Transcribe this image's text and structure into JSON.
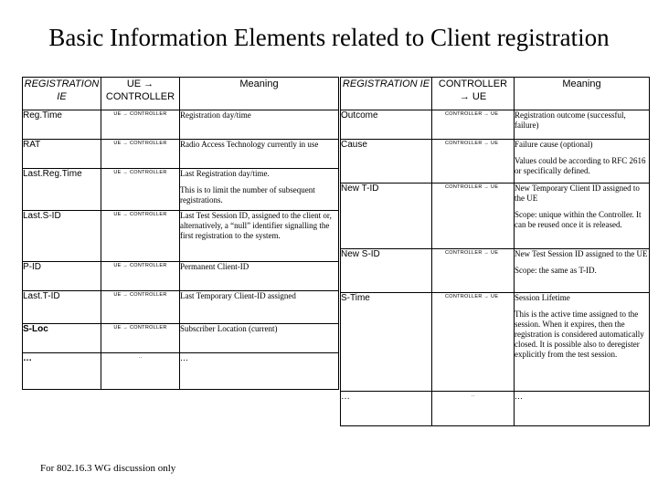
{
  "title": "Basic Information Elements related to Client registration",
  "left_table": {
    "headers": [
      "REGISTRATION IE",
      "UE → CONTROLLER",
      "Meaning"
    ],
    "rows": [
      {
        "ie": "Reg.Time",
        "dir": "UE → CONTROLLER",
        "meaning": "Registration day/time",
        "note": ""
      },
      {
        "ie": "RAT",
        "dir": "UE → CONTROLLER",
        "meaning": "Radio Access Technology currently in use",
        "note": ""
      },
      {
        "ie": "Last.Reg.Time",
        "dir": "UE → CONTROLLER",
        "meaning": "Last Registration day/time.",
        "note": "This is to limit the number of subsequent registrations."
      },
      {
        "ie": "Last.S-ID",
        "dir": "UE → CONTROLLER",
        "meaning": "Last Test Session ID, assigned to the client or, alternatively, a “null” identifier signalling the first registration to the system.",
        "note": ""
      },
      {
        "ie": "P-ID",
        "dir": "UE → CONTROLLER",
        "meaning": "Permanent Client-ID",
        "note": ""
      },
      {
        "ie": "Last.T-ID",
        "dir": "UE → CONTROLLER",
        "meaning": "Last Temporary Client-ID assigned",
        "note": ""
      },
      {
        "ie": "S-Loc",
        "dir": "UE → CONTROLLER",
        "meaning": "Subscriber Location (current)",
        "note": ""
      },
      {
        "ie": "…",
        "dir": "..",
        "meaning": "…",
        "note": ""
      }
    ]
  },
  "right_table": {
    "headers": [
      "REGISTRATION IE",
      "CONTROLLER → UE",
      "Meaning"
    ],
    "rows": [
      {
        "ie": "Outcome",
        "dir": "CONTROLLER → UE",
        "meaning": "Registration outcome (successful, failure)",
        "note": ""
      },
      {
        "ie": "Cause",
        "dir": "CONTROLLER → UE",
        "meaning": "Failure cause (optional)",
        "note": "Values could be according to RFC 2616 or specifically defined."
      },
      {
        "ie": "New T-ID",
        "dir": "CONTROLLER → UE",
        "meaning": "New Temporary Client ID assigned to the UE",
        "note": "Scope: unique within the Controller. It can be reused once it is released."
      },
      {
        "ie": "New S-ID",
        "dir": "CONTROLLER → UE",
        "meaning": "New Test Session ID assigned to the UE",
        "note": "Scope: the same as T-ID."
      },
      {
        "ie": "S-Time",
        "dir": "CONTROLLER → UE",
        "meaning": "Session Lifetime",
        "note": "This is the active time assigned to the session. When it expires, then the registration is considered automatically closed. It is possible also to deregister explicitly from the test session."
      },
      {
        "ie": "…",
        "dir": "..",
        "meaning": "…",
        "note": ""
      }
    ]
  },
  "footer": "For 802.16.3 WG discussion only"
}
